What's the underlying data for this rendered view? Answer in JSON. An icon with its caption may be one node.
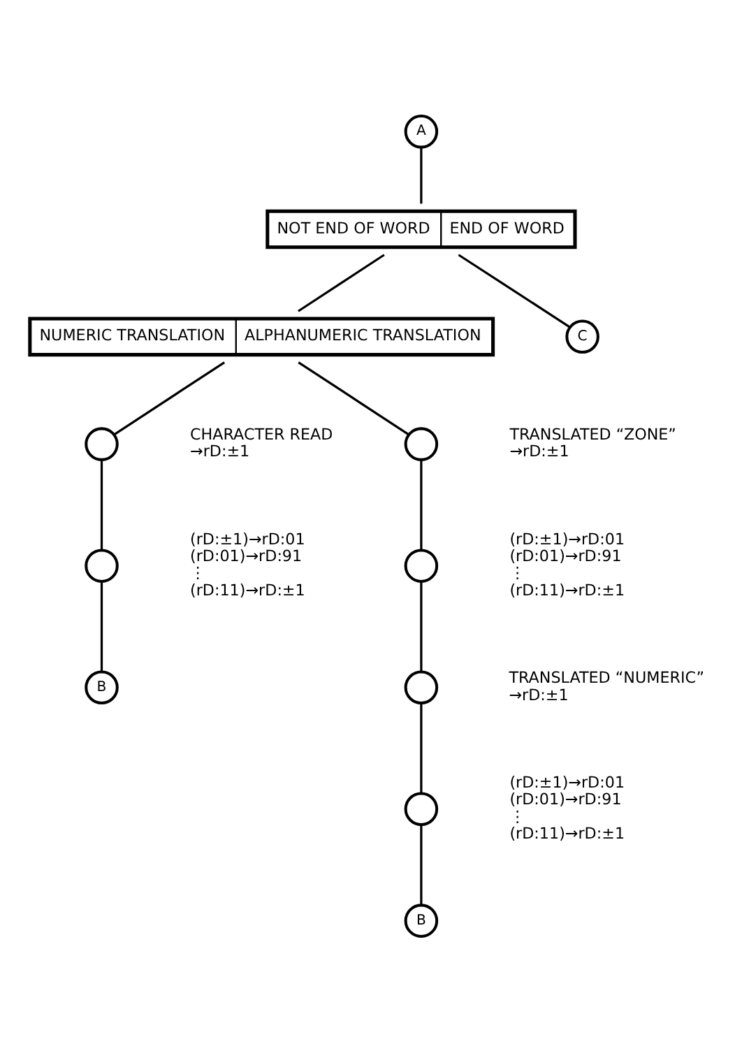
{
  "diagram": {
    "nodes": [
      {
        "text": [
          "A"
        ]
      },
      {
        "text": [
          "NOT END OF WORD",
          "END OF WORD"
        ]
      },
      {
        "text": [
          "C"
        ]
      },
      {
        "text": [
          "NUMERIC TRANSLATION",
          "ALPHANUMERIC TRANSLATION"
        ]
      },
      {
        "text": [],
        "shape": "circle",
        "beside": [
          "CHARACTER READ",
          "→rD:±1"
        ]
      },
      {
        "text": [],
        "shape": "circle",
        "beside": [
          "(rD:±1)→rD:01",
          "(rD:01)→rD:91",
          "⋮",
          "(rD:11)→rD:±1"
        ]
      },
      {
        "text": [
          "B"
        ]
      },
      {
        "text": [],
        "shape": "circle",
        "beside": [
          "TRANSLATED “ZONE”",
          "→rD:±1"
        ]
      },
      {
        "text": [],
        "shape": "circle",
        "beside": [
          "(rD:±1)→rD:01",
          "(rD:01)→rD:91",
          "⋮",
          "(rD:11)→rD:±1"
        ]
      },
      {
        "text": [],
        "shape": "circle",
        "beside": [
          "TRANSLATED “NUMERIC”",
          "→rD:±1"
        ]
      },
      {
        "text": [],
        "shape": "circle",
        "beside": [
          "(rD:±1)→rD:01",
          "(rD:01)→rD:91",
          "⋮",
          "(rD:11)→rD:±1"
        ]
      },
      {
        "text": [
          "B"
        ]
      }
    ],
    "edges": [
      {
        "from": 0,
        "to": 1,
        "arrow": "none"
      },
      {
        "from": 1,
        "to": 3,
        "arrow": "none"
      },
      {
        "from": 1,
        "to": 2,
        "arrow": "none"
      },
      {
        "from": 3,
        "to": 4,
        "arrow": "none"
      },
      {
        "from": 4,
        "to": 5,
        "arrow": "none"
      },
      {
        "from": 5,
        "to": 6,
        "arrow": "none"
      },
      {
        "from": 3,
        "to": 7,
        "arrow": "none"
      },
      {
        "from": 7,
        "to": 8,
        "arrow": "none"
      },
      {
        "from": 8,
        "to": 9,
        "arrow": "none"
      },
      {
        "from": 9,
        "to": 10,
        "arrow": "none"
      },
      {
        "from": 10,
        "to": 11,
        "arrow": "none"
      }
    ]
  }
}
